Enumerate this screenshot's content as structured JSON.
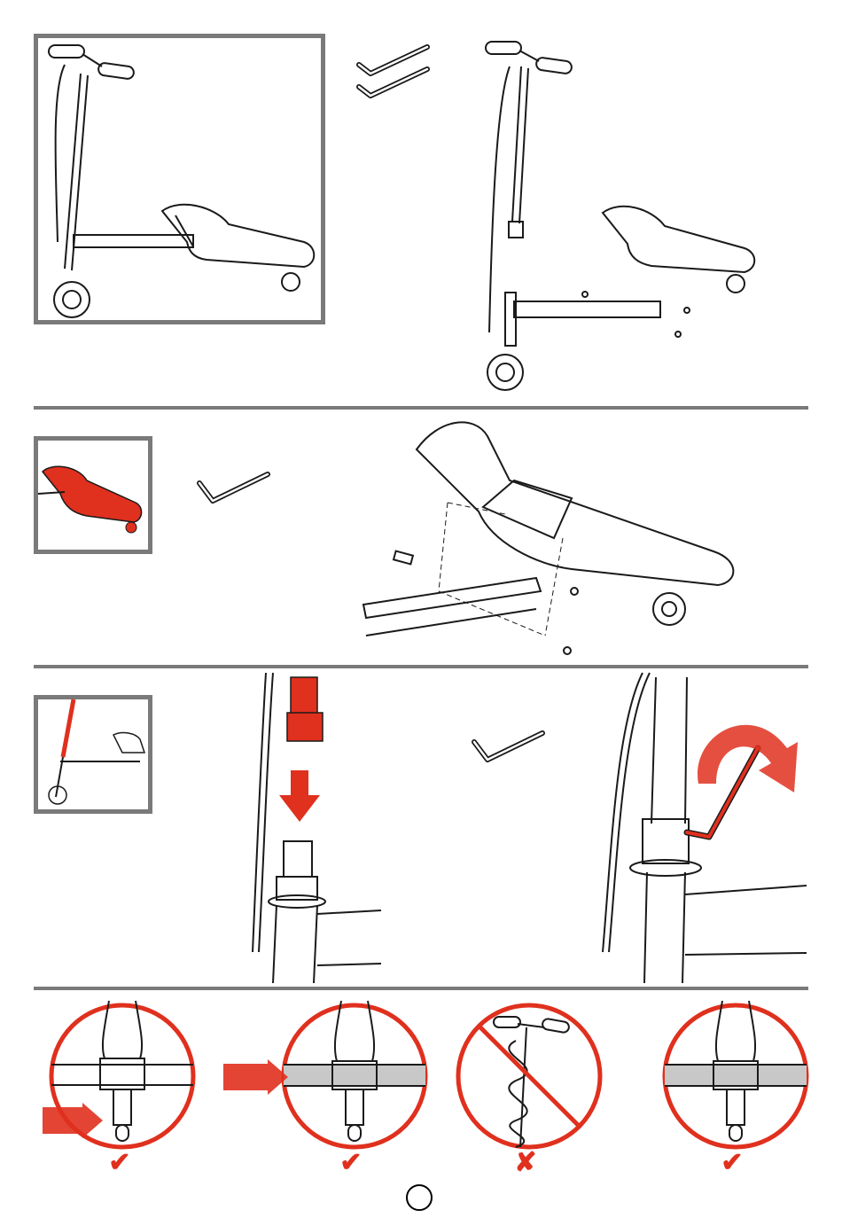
{
  "palette": {
    "accent": "#e0301e",
    "frame": "#7a7a7a",
    "line": "#1a1a1a",
    "grip": "#c8c8c8"
  },
  "icons": [
    "hex-key-icon",
    "rotate-arrow-icon",
    "push-arrow-icon",
    "check-icon",
    "cross-icon"
  ],
  "step4": {
    "marks": [
      {
        "symbol": "✔",
        "meaning": "correct"
      },
      {
        "symbol": "✔",
        "meaning": "correct"
      },
      {
        "symbol": "✘",
        "meaning": "incorrect"
      },
      {
        "symbol": "✔",
        "meaning": "correct"
      }
    ]
  }
}
